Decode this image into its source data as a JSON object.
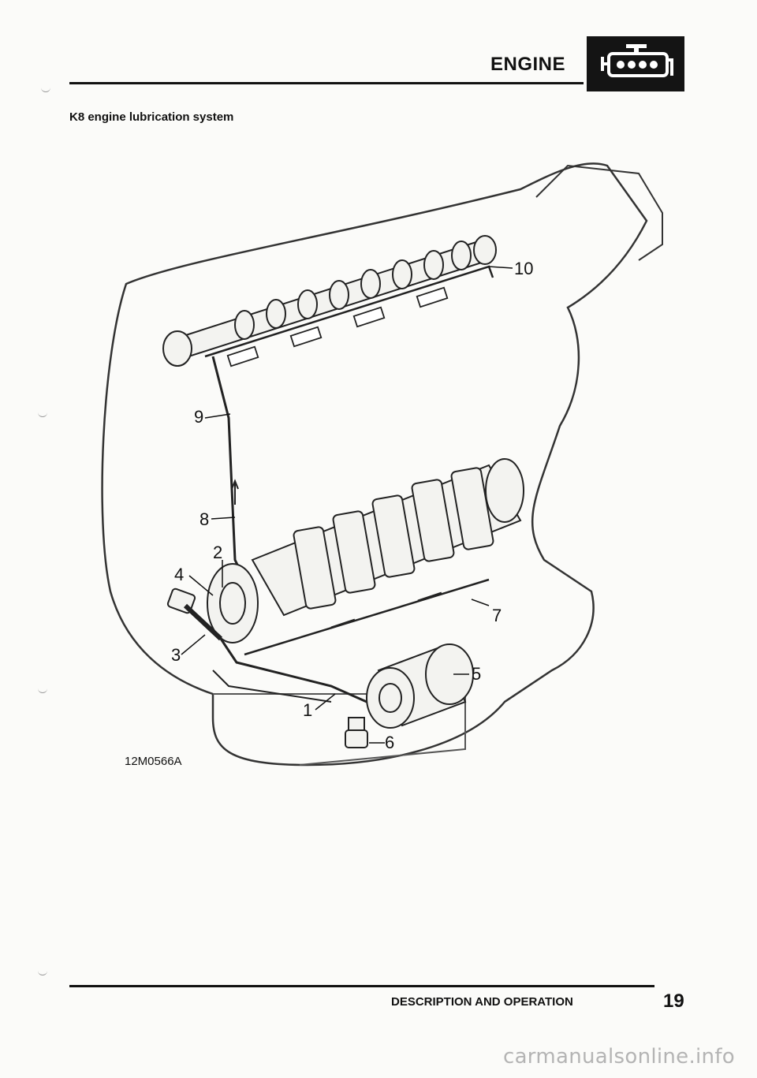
{
  "header": {
    "title": "ENGINE",
    "badge_icon": "engine-icon"
  },
  "section": {
    "heading": "K8 engine lubrication system"
  },
  "figure": {
    "callouts": [
      "1",
      "2",
      "3",
      "4",
      "5",
      "6",
      "7",
      "8",
      "9",
      "10"
    ],
    "code": "12M0566A"
  },
  "footer": {
    "section_title": "DESCRIPTION AND OPERATION",
    "page_number": "19"
  },
  "watermark": "carmanualsonline.info"
}
